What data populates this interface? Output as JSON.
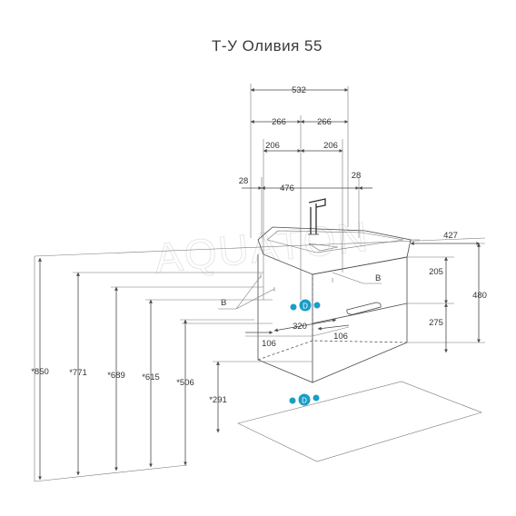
{
  "title": "Т-У Оливия 55",
  "watermark": "AQUATON",
  "accent_color": "#1a9dc8",
  "dimensions": {
    "total_width": "532",
    "half_left": "266",
    "half_right": "266",
    "inner_left": "206",
    "inner_right": "206",
    "offset_left": "28",
    "offset_right": "28",
    "cabinet_width": "476",
    "depth": "427",
    "drawer_top": "205",
    "drawer_bottom": "275",
    "total_height": "480",
    "pipe_spacing": "320",
    "side_left": "106",
    "side_right": "106",
    "h_850": "*850",
    "h_771": "*771",
    "h_689": "*689",
    "h_615": "*615",
    "h_506": "*506",
    "h_291": "*291"
  },
  "labels": {
    "b_left": "B",
    "b_right": "B"
  },
  "icons": {
    "water_inlet": "water-inlet-icon",
    "drain": "drain-icon"
  }
}
